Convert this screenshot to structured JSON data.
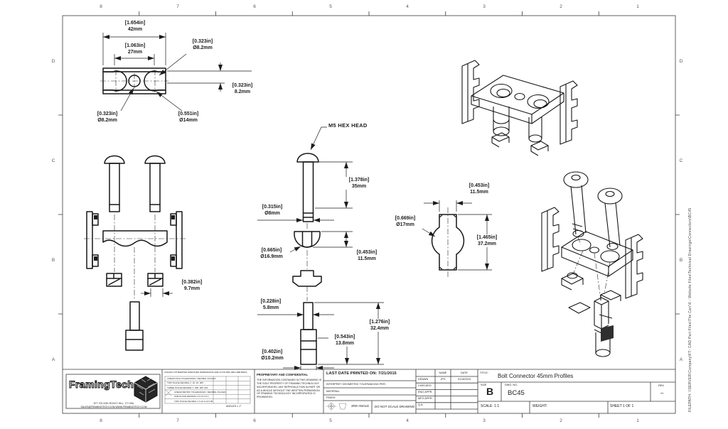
{
  "sheet": {
    "zones_top": [
      "8",
      "7",
      "6",
      "5",
      "4",
      "3",
      "2",
      "1"
    ],
    "zones_bottom": [
      "8",
      "7",
      "6",
      "5",
      "4",
      "3",
      "2",
      "1"
    ],
    "zones_left": [
      "D",
      "C",
      "B",
      "A"
    ],
    "zones_right": [
      "D",
      "C",
      "B",
      "A"
    ],
    "filepath_note": "FILEPATH: \\\\SERVER\\Company\\FT- CAD Part Files\\The Can'\\6 - Website Files\\Technical Drawings\\Connectors\\BC45"
  },
  "labels": {
    "m5_hex_head": "M5 HEX HEAD"
  },
  "dims": {
    "tv_overall": {
      "in": "[1.654in]",
      "mm": "42mm"
    },
    "tv_inner": {
      "in": "[1.063in]",
      "mm": "27mm"
    },
    "tv_hole_top_right": {
      "in": "[0.323in]",
      "mm": "Ø8.2mm"
    },
    "tv_flange_right": {
      "in": "[0.323in]",
      "mm": "8.2mm"
    },
    "tv_hole_bottom_left": {
      "in": "[0.323in]",
      "mm": "Ø8.2mm"
    },
    "tv_slot_bottom_right": {
      "in": "[0.551in]",
      "mm": "Ø14mm"
    },
    "asm_offset": {
      "in": "[0.382in]",
      "mm": "9.7mm"
    },
    "bolt_length": {
      "in": "[1.378in]",
      "mm": "35mm"
    },
    "bolt_dia": {
      "in": "[0.315in]",
      "mm": "Ø8mm"
    },
    "barrelnut_dia": {
      "in": "[0.665in]",
      "mm": "Ø16.9mm"
    },
    "barrelnut_height": {
      "in": "[0.453in]",
      "mm": "11.5mm"
    },
    "pin_shaft_dia": {
      "in": "[0.228in]",
      "mm": "5.8mm"
    },
    "pin_length": {
      "in": "[1.276in]",
      "mm": "32.4mm"
    },
    "pin_body_length": {
      "in": "[0.543in]",
      "mm": "13.8mm"
    },
    "pin_body_dia": {
      "in": "[0.402in]",
      "mm": "Ø10.2mm"
    },
    "profile_width": {
      "in": "[0.453in]",
      "mm": "11.5mm"
    },
    "profile_bulge_dia": {
      "in": "[0.669in]",
      "mm": "Ø17mm"
    },
    "profile_height": {
      "in": "[1.465in]",
      "mm": "37.2mm"
    }
  },
  "title_block": {
    "company": {
      "name": "FramingTech",
      "address_line1": "877-702-3151   ROCKY HILL, CT   USA",
      "address_line2": "SALES@FRAMINGTECH.COM   WWW.FRAMINGTECH.COM"
    },
    "tolerance_note": "UNLESS OTHERWISE SPECIFIED DIMENSIONS ARE IN INCHES [MILLIMETERS]",
    "tolerance_rows": [
      "LINEAR INCH TOLERANCES / DECIMAL PLACES",
      "TWO PLACE DECIMAL ±      .01      .01      .005",
      "THREE PLACE DECIMAL ±   .005    .005    .001",
      "LINEAR METRIC TOLERANCES / DECIMAL PLACES",
      "ONE PLACE DECIMAL ±      0.2      0.2      0.1",
      "TWO PLACE DECIMAL ±     0.12    0.12    0.05"
    ],
    "tolerance_angles": "ANGLES ± 1°",
    "proprietary_title": "PROPRIETARY AND CONFIDENTIAL",
    "proprietary_body": "THE INFORMATION CONTAINED IN THIS DRAWING IS THE SOLE PROPERTY OF FRAMING TECHNOLOGY INCORPORATED. ANY REPRODUCTION IN PART OR AS A WHOLE WITHOUT THE WRITTEN PERMISSION OF FRAMING TECHNOLOGY INCORPORATED IS PROHIBITED.",
    "last_printed": "LAST DATE PRINTED ON: 7/21/2015",
    "interpret_note": "INTERPRET GEOMETRIC TOLERANCING PER:",
    "material_label": "MATERIAL",
    "finish_label": "FINISH",
    "projection_label": "3RD ANGLE",
    "do_not_scale": "DO NOT SCALE DRAWING",
    "approvals": {
      "name_header": "NAME",
      "date_header": "DATE",
      "rows": [
        {
          "label": "DRAWN",
          "name": "JPS",
          "date": "01/16/2015"
        },
        {
          "label": "CHECKED",
          "name": "",
          "date": ""
        },
        {
          "label": "ENG APPR.",
          "name": "",
          "date": ""
        },
        {
          "label": "MFG APPR.",
          "name": "",
          "date": ""
        },
        {
          "label": "Q.A.",
          "name": "",
          "date": ""
        }
      ]
    },
    "title_label": "TITLE:",
    "title": "Bolt Connector 45mm Profiles",
    "size_label": "SIZE",
    "size": "B",
    "dwg_label": "DWG. NO.",
    "dwg_no": "BC45",
    "rev_label": "REV",
    "rev": "–",
    "scale": "SCALE: 1:1",
    "weight_label": "WEIGHT:",
    "sheet_label": "SHEET 1 OF 1"
  },
  "colors": {
    "line": "#1c1c1c",
    "paper": "#ffffff",
    "zone_text": "#555555"
  }
}
